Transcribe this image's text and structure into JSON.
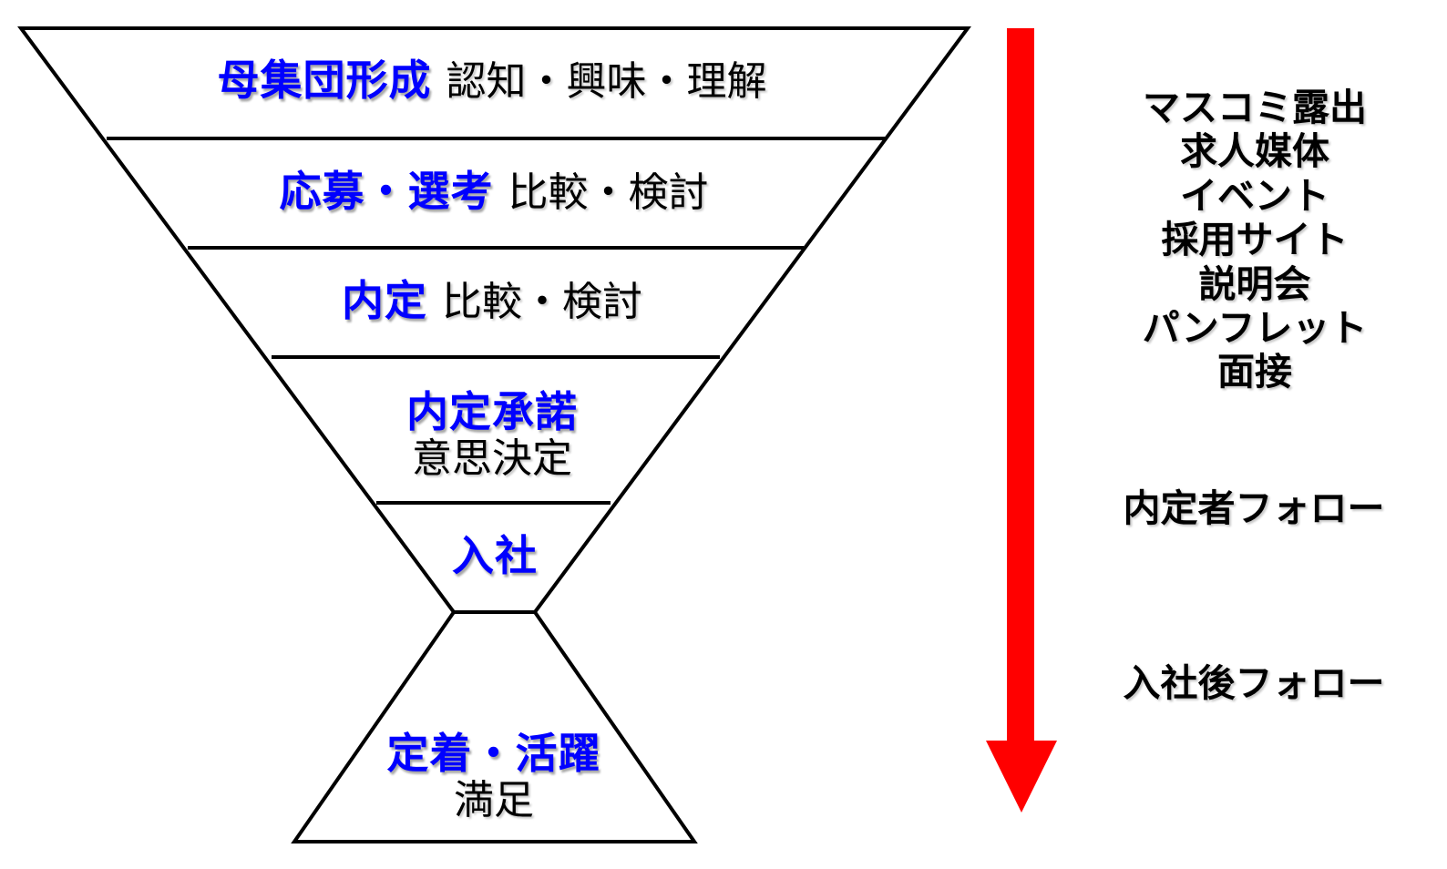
{
  "colors": {
    "stage_label_blue": "#0000ff",
    "arrow_red": "#ff0000",
    "outline_black": "#000000",
    "background": "#ffffff"
  },
  "funnel": {
    "stages": [
      {
        "name": "母集団形成",
        "detail": "認知・興味・理解"
      },
      {
        "name": "応募・選考",
        "detail": "比較・検討"
      },
      {
        "name": "内定",
        "detail": "比較・検討"
      },
      {
        "name": "内定承諾",
        "detail": "意思決定"
      },
      {
        "name": "入社",
        "detail": ""
      },
      {
        "name": "定着・活躍",
        "detail": "満足"
      }
    ]
  },
  "right_column": {
    "touchpoints": [
      "マスコミ露出",
      "求人媒体",
      "イベント",
      "採用サイト",
      "説明会",
      "パンフレット",
      "面接"
    ],
    "offer_follow": "内定者フォロー",
    "post_join_follow": "入社後フォロー"
  },
  "arrow": {
    "icon": "down-arrow",
    "color": "#ff0000"
  }
}
